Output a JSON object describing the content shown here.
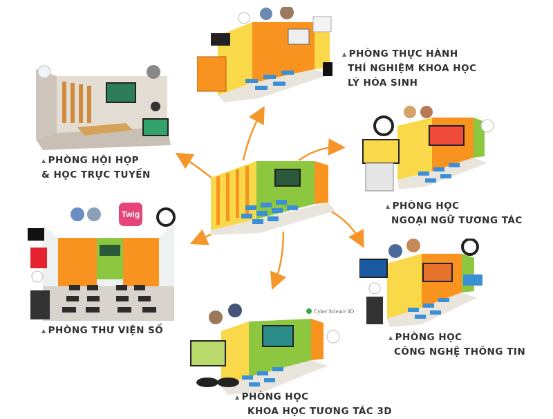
{
  "labels": {
    "hop": [
      "PHÒNG HỘI HỌP",
      "& HỌC TRỰC TUYẾN"
    ],
    "lab": [
      "PHÒNG THỰC HÀNH",
      "THÍ NGHIỆM KHOA HỌC",
      "LÝ HÓA SINH"
    ],
    "ngoaingu": [
      "PHÒNG HỌC",
      "NGOẠI NGỮ TƯƠNG TÁC"
    ],
    "thuvien": [
      "PHÒNG THƯ VIỆN SỐ"
    ],
    "cntt": [
      "PHÒNG HỌC",
      "CÔNG NGHỆ THÔNG TIN"
    ],
    "khoahoc3d": [
      "PHÒNG HỌC",
      "KHOA HỌC TƯƠNG TÁC 3D"
    ]
  },
  "logos": {
    "twig": "Twig",
    "cyber": "Cyber Science 3D"
  },
  "colors": {
    "arrow": "#f5962a",
    "wall_orange": "#f7931e",
    "wall_green": "#8dc63f",
    "wall_yellow": "#f9d94a",
    "desk_blue": "#3a8fd6"
  }
}
